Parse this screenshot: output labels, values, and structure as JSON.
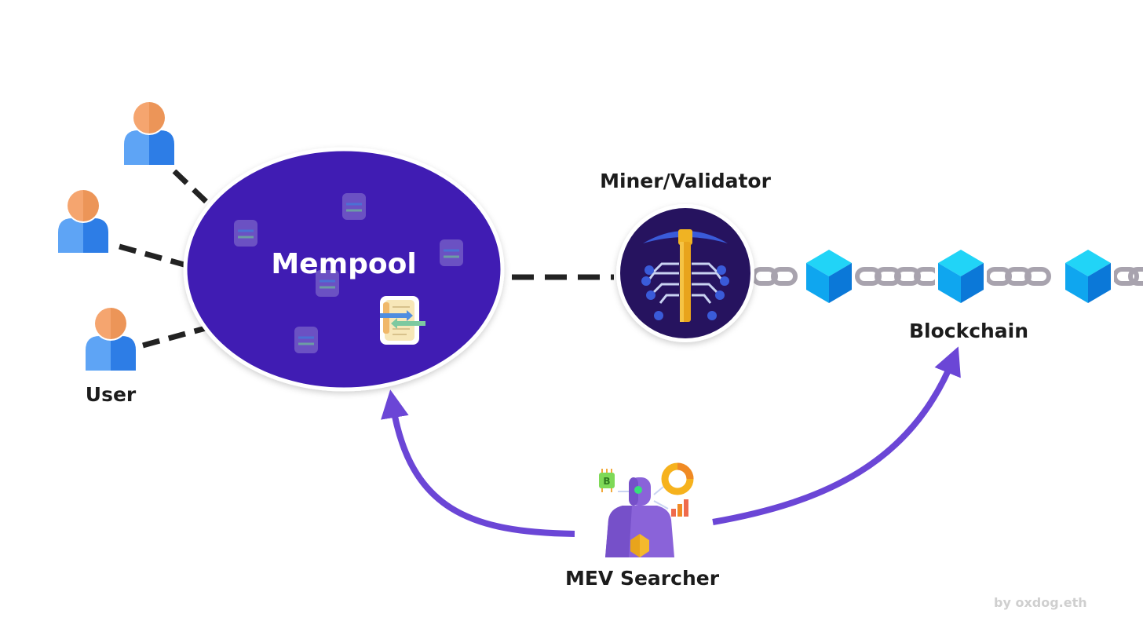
{
  "labels": {
    "user": "User",
    "mempool": "Mempool",
    "miner": "Miner/Validator",
    "blockchain": "Blockchain",
    "searcher": "MEV Searcher",
    "credit": "by oxdog.eth"
  },
  "colors": {
    "mempool": "#3f1fb3",
    "arrow": "#6b46d6",
    "dash": "#222222",
    "miner_bg": "#26135f",
    "pick_blue": "#3a5bd9",
    "pick_handle": "#f0b323",
    "cube_light": "#21d4f7",
    "cube_mid": "#0fa6ef",
    "cube_dark": "#0b78d8",
    "chain": "#a8a3ae",
    "user_head": "#f5a56f",
    "user_body": "#2d7de6",
    "credit": "#cfcfcf"
  },
  "icons": [
    "user-icon",
    "document-icon",
    "pickaxe-icon",
    "block-icon",
    "robot-icon",
    "chip-icon",
    "donut-chart-icon",
    "bar-chart-icon"
  ]
}
